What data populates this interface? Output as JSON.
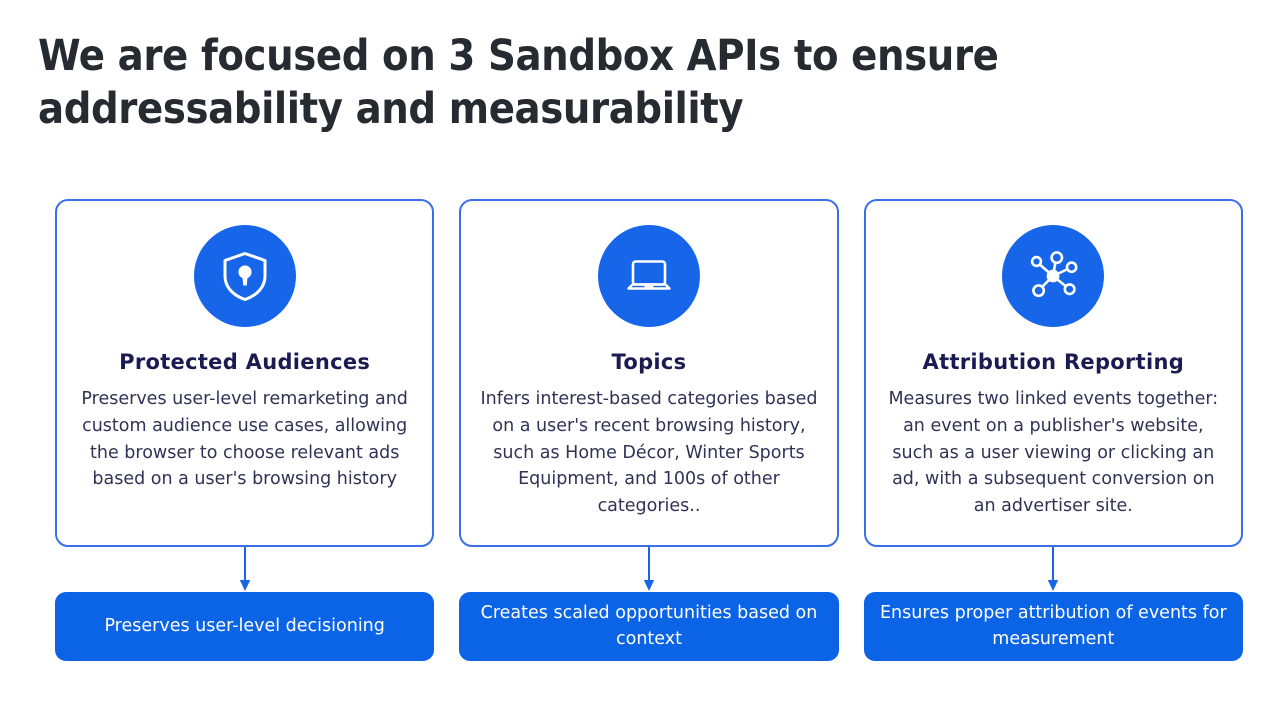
{
  "slide": {
    "background_color": "#FFFFFF",
    "title_lines": [
      "We are focused on 3 Sandbox APIs to ensure",
      "addressability and measurability"
    ],
    "title_color": "#262B31"
  },
  "colors": {
    "card_border": "#3B6FE8",
    "icon_circle": "#1765E8",
    "pill_fill": "#0B63E5",
    "card_title": "#1B1B52",
    "card_body": "#2F3355",
    "connector": "#1765E8",
    "pill_text": "#FFFFFF"
  },
  "columns": [
    {
      "icon": "shield-lock-icon",
      "title": "Protected  Audiences",
      "body": "Preserves user-level remarketing and custom audience use cases, allowing the browser to choose relevant ads based on a user's browsing history",
      "outcome": "Preserves user-level decisioning"
    },
    {
      "icon": "laptop-icon",
      "title": "Topics",
      "body": "Infers interest-based categories based on a user's recent browsing history, such as Home Décor, Winter Sports Equipment, and 100s of other categories..",
      "outcome": "Creates scaled opportunities based on context"
    },
    {
      "icon": "network-hub-icon",
      "title": "Attribution  Reporting",
      "body": "Measures two linked events together: an event on a publisher's website, such as a user viewing or clicking an ad, with a subsequent conversion on an advertiser site.",
      "outcome": "Ensures proper attribution of events for measurement"
    }
  ]
}
